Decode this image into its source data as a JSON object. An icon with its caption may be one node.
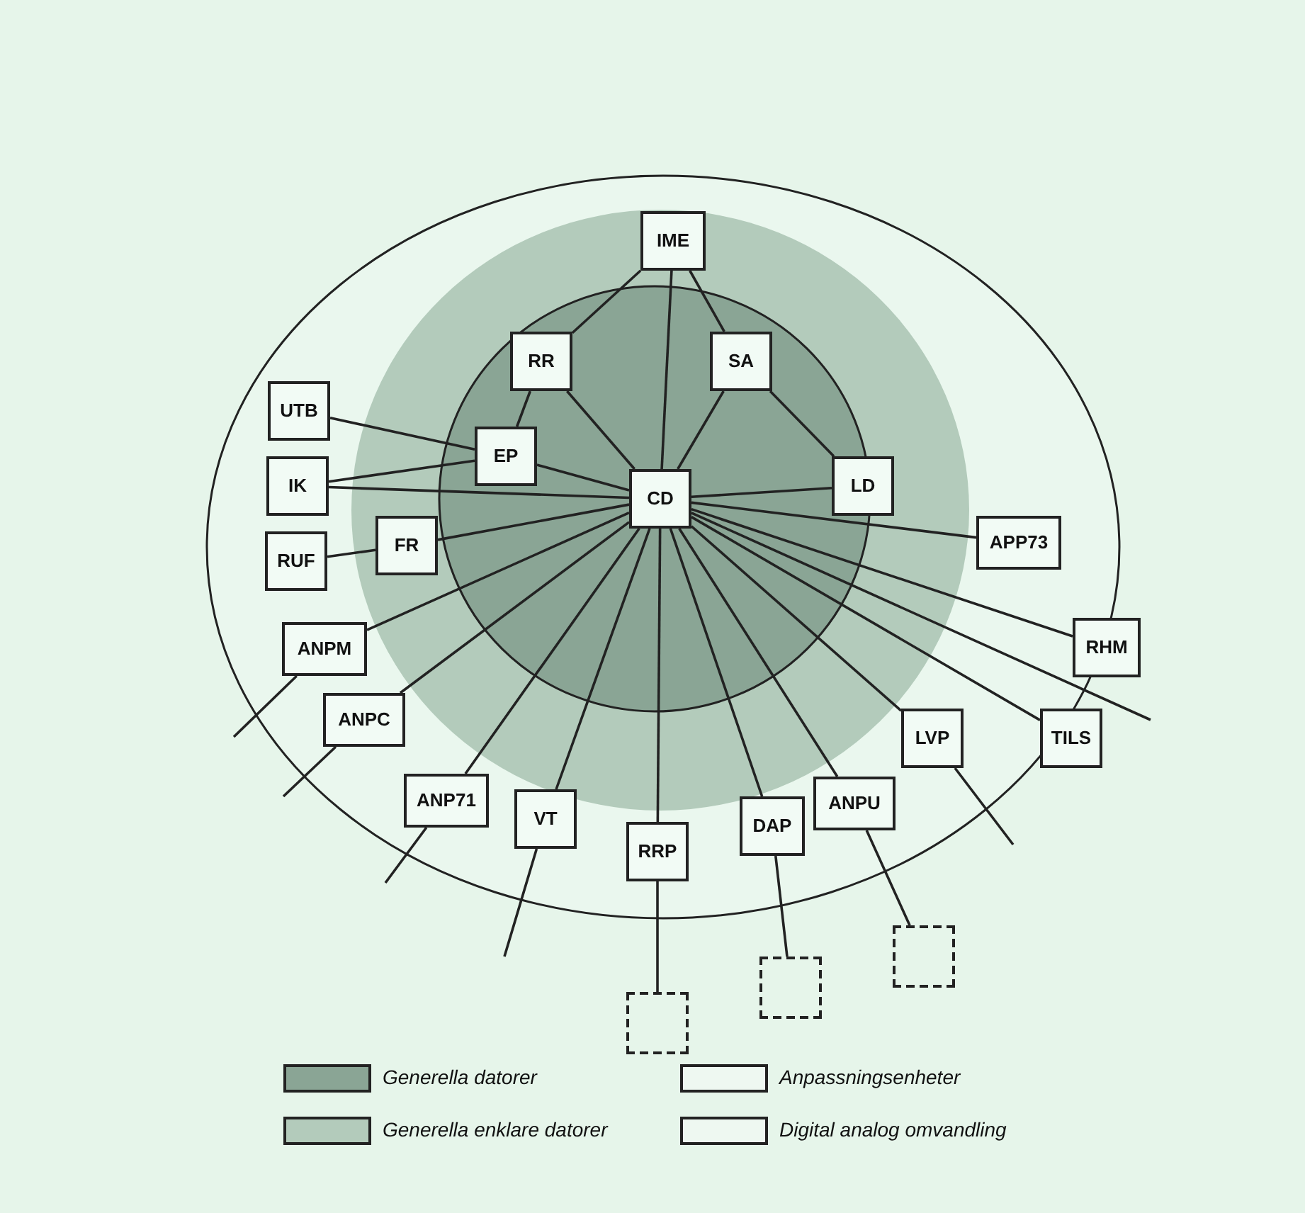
{
  "diagram": {
    "nodes": [
      {
        "text": [
          "IME"
        ]
      },
      {
        "text": [
          "RR"
        ]
      },
      {
        "text": [
          "SA"
        ]
      },
      {
        "text": [
          "UTB"
        ]
      },
      {
        "text": [
          "EP"
        ]
      },
      {
        "text": [
          "IK"
        ]
      },
      {
        "text": [
          "CD"
        ]
      },
      {
        "text": [
          "LD"
        ]
      },
      {
        "text": [
          "RUF"
        ]
      },
      {
        "text": [
          "FR"
        ]
      },
      {
        "text": [
          "APP73"
        ]
      },
      {
        "text": [
          "ANPM"
        ]
      },
      {
        "text": [
          "RHM"
        ]
      },
      {
        "text": [
          "ANPC"
        ]
      },
      {
        "text": [
          "TILS"
        ]
      },
      {
        "text": [
          "ANP71"
        ]
      },
      {
        "text": [
          "LVP"
        ]
      },
      {
        "text": [
          "VT"
        ]
      },
      {
        "text": [
          "RRP"
        ]
      },
      {
        "text": [
          "DAP"
        ]
      },
      {
        "text": [
          "ANPU"
        ]
      },
      {
        "text": [],
        "shape": "box"
      },
      {
        "text": [],
        "shape": "box"
      },
      {
        "text": [],
        "shape": "box"
      }
    ],
    "edges": [
      {
        "from": 0,
        "to": 1,
        "arrow": "none"
      },
      {
        "from": 0,
        "to": 2,
        "arrow": "none"
      },
      {
        "from": 0,
        "to": 6,
        "arrow": "none"
      },
      {
        "from": 1,
        "to": 4,
        "arrow": "none"
      },
      {
        "from": 1,
        "to": 6,
        "arrow": "none"
      },
      {
        "from": 2,
        "to": 6,
        "arrow": "none"
      },
      {
        "from": 2,
        "to": 7,
        "arrow": "none"
      },
      {
        "from": 3,
        "to": 4,
        "arrow": "none"
      },
      {
        "from": 5,
        "to": 4,
        "arrow": "none"
      },
      {
        "from": 5,
        "to": 6,
        "arrow": "none"
      },
      {
        "from": 4,
        "to": 6,
        "arrow": "none"
      },
      {
        "from": 8,
        "to": 9,
        "arrow": "none"
      },
      {
        "from": 9,
        "to": 6,
        "arrow": "none"
      },
      {
        "from": 6,
        "to": 7,
        "arrow": "none"
      },
      {
        "from": 6,
        "to": 10,
        "arrow": "none"
      },
      {
        "from": 6,
        "to": 12,
        "arrow": "none"
      },
      {
        "from": 6,
        "to": null,
        "arrow": "none"
      },
      {
        "from": 6,
        "to": 14,
        "arrow": "none"
      },
      {
        "from": 6,
        "to": 16,
        "arrow": "none"
      },
      {
        "from": 6,
        "to": 20,
        "arrow": "none"
      },
      {
        "from": 6,
        "to": 19,
        "arrow": "none"
      },
      {
        "from": 6,
        "to": 18,
        "arrow": "none"
      },
      {
        "from": 6,
        "to": 17,
        "arrow": "none"
      },
      {
        "from": 6,
        "to": 15,
        "arrow": "none"
      },
      {
        "from": 6,
        "to": 13,
        "arrow": "none"
      },
      {
        "from": 6,
        "to": 11,
        "arrow": "none"
      },
      {
        "from": 11,
        "to": null,
        "arrow": "none"
      },
      {
        "from": 13,
        "to": null,
        "arrow": "none"
      },
      {
        "from": 15,
        "to": null,
        "arrow": "none"
      },
      {
        "from": 17,
        "to": null,
        "arrow": "none"
      },
      {
        "from": 16,
        "to": null,
        "arrow": "none"
      },
      {
        "from": 18,
        "to": 21,
        "arrow": "none"
      },
      {
        "from": 19,
        "to": 22,
        "arrow": "none"
      },
      {
        "from": 20,
        "to": 23,
        "arrow": "none"
      }
    ],
    "legend": [
      {
        "text": "Generella datorer",
        "color": "#8aa595"
      },
      {
        "text": "Generella enklare datorer",
        "color": "#b3cbbb"
      },
      {
        "text": "Anpassningsenheter"
      },
      {
        "text": "Digital analog omvandling"
      }
    ]
  }
}
